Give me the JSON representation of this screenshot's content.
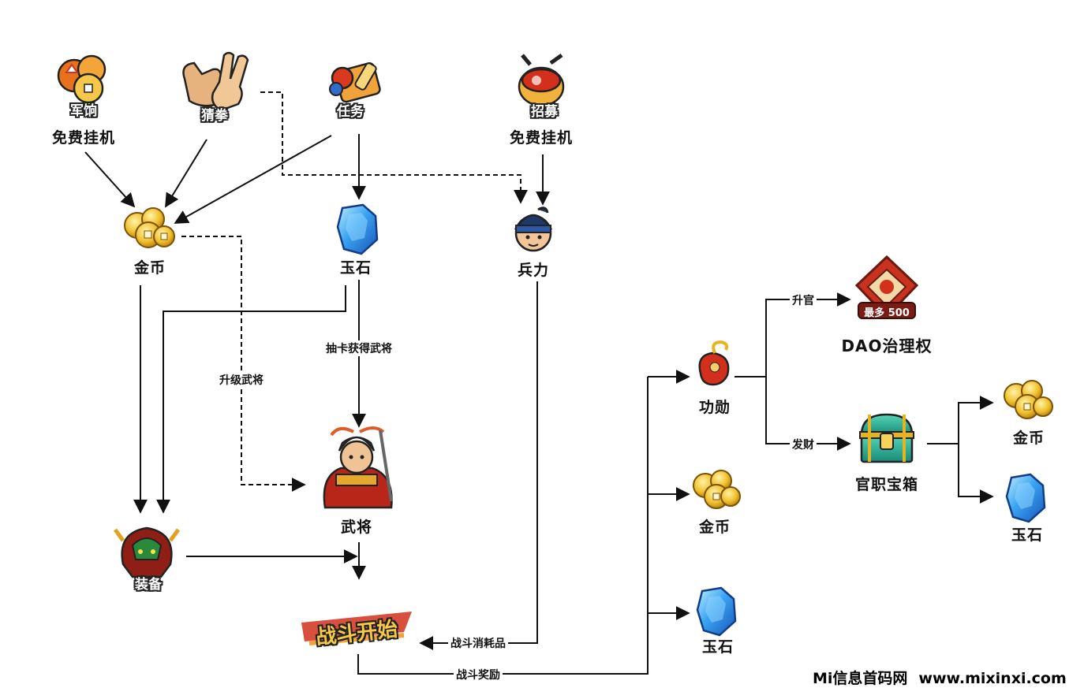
{
  "nodes": {
    "junxiang": {
      "icon_text": "军饷",
      "label": "免费挂机"
    },
    "caiquan": {
      "icon_text": "猜拳"
    },
    "renwu": {
      "icon_text": "任务"
    },
    "zhaomu": {
      "icon_text": "招募",
      "label": "免费挂机"
    },
    "jinbi": {
      "label": "金币"
    },
    "yushi": {
      "label": "玉石"
    },
    "bingli": {
      "label": "兵力"
    },
    "wujiang": {
      "label": "武将"
    },
    "zhuangbei": {
      "icon_text": "装备"
    },
    "battle": {
      "icon_text": "战斗开始"
    },
    "gongxun": {
      "label": "功勋"
    },
    "jinbi2": {
      "label": "金币"
    },
    "yushi2": {
      "label": "玉石"
    },
    "dao": {
      "label": "DAO治理权",
      "badge": "最多 500"
    },
    "chest": {
      "label": "官职宝箱"
    },
    "jinbi3": {
      "label": "金币"
    },
    "yushi3": {
      "label": "玉石"
    }
  },
  "edges": {
    "draw_card": "抽卡获得武将",
    "upgrade": "升级武将",
    "consumable": "战斗消耗品",
    "reward": "战斗奖励",
    "promote": "升官",
    "fortune": "发财"
  },
  "watermark": {
    "left": "Mi信息首码网",
    "right": "www.mixinxi.com"
  },
  "colors": {
    "line": "#111111",
    "gold": "#e8b321",
    "jade": "#2b8ee8",
    "red": "#c8321e"
  }
}
